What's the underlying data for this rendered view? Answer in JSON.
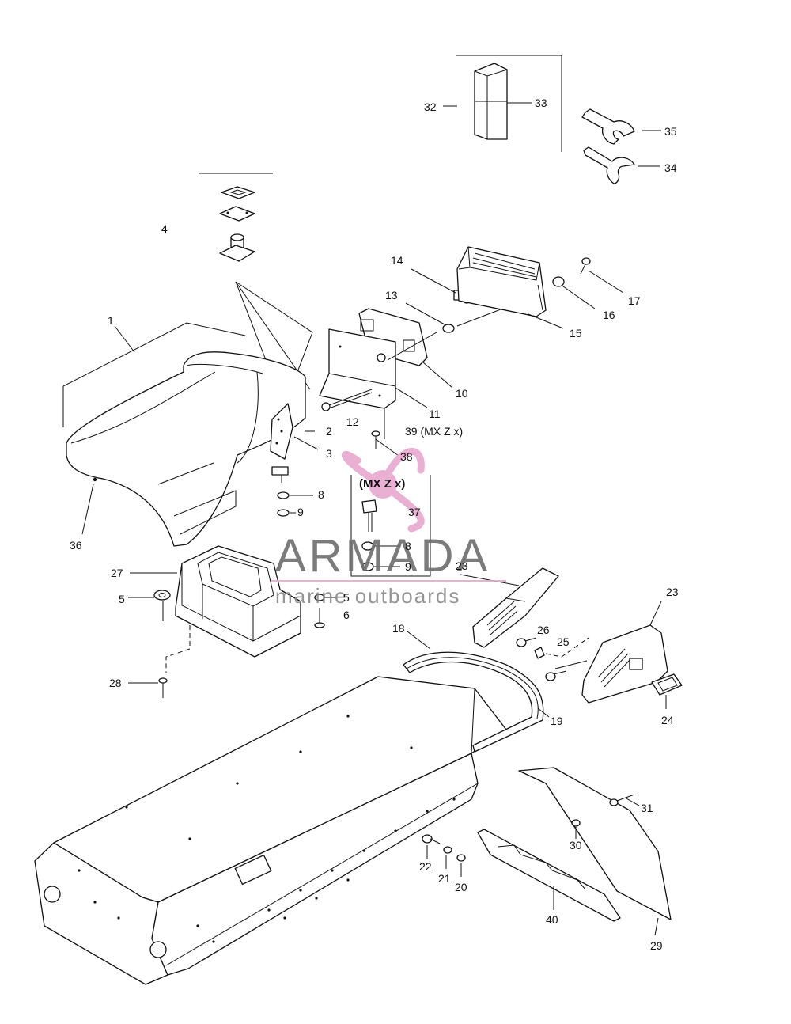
{
  "labels": {
    "l1": "1",
    "l2": "2",
    "l3": "3",
    "l4": "4",
    "l5a": "5",
    "l5b": "5",
    "l6": "6",
    "l8a": "8",
    "l8b": "8",
    "l9a": "9",
    "l9b": "9",
    "l10": "10",
    "l11": "11",
    "l12": "12",
    "l13": "13",
    "l14": "14",
    "l15": "15",
    "l16": "16",
    "l17": "17",
    "l18": "18",
    "l19": "19",
    "l20": "20",
    "l21": "21",
    "l22": "22",
    "l23a": "23",
    "l23b": "23",
    "l24": "24",
    "l25": "25",
    "l26": "26",
    "l27": "27",
    "l28": "28",
    "l29": "29",
    "l30": "30",
    "l31": "31",
    "l32": "32",
    "l33": "33",
    "l34": "34",
    "l35": "35",
    "l36": "36",
    "l37": "37",
    "l38": "38",
    "l39": "39 (MX Z x)",
    "l40": "40"
  },
  "inset": {
    "title": "(MX Z x)"
  },
  "watermark": {
    "brand": "ARMADA",
    "tagline": "marine outboards",
    "color": "#e7a8cf"
  }
}
